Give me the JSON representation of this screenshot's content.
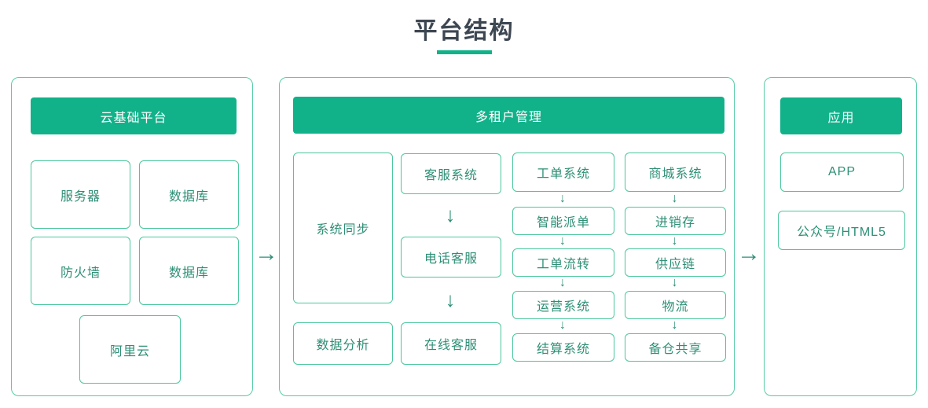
{
  "title": "平台结构",
  "colors": {
    "header_fill": "#11B28A",
    "panel_border": "#57CBA7",
    "box_border": "#4CC79E",
    "box_text": "#2E8F76",
    "header_text": "#FFFFFF",
    "title_text": "#3D4752",
    "arrow": "#2E8F76"
  },
  "icons": {
    "right_arrow": "→",
    "down_arrow": "↓"
  },
  "panels": {
    "cloud": {
      "header": "云基础平台",
      "boxes": [
        "服务器",
        "数据库",
        "防火墙",
        "数据库",
        "阿里云"
      ]
    },
    "tenant": {
      "header": "多租户管理",
      "col1": [
        "系统同步",
        "数据分析"
      ],
      "col2": [
        "客服系统",
        "电话客服",
        "在线客服"
      ],
      "col3": [
        "工单系统",
        "智能派单",
        "工单流转",
        "运营系统",
        "结算系统"
      ],
      "col4": [
        "商城系统",
        "进销存",
        "供应链",
        "物流",
        "备仓共享"
      ]
    },
    "app": {
      "header": "应用",
      "boxes": [
        "APP",
        "公众号/HTML5"
      ]
    }
  }
}
